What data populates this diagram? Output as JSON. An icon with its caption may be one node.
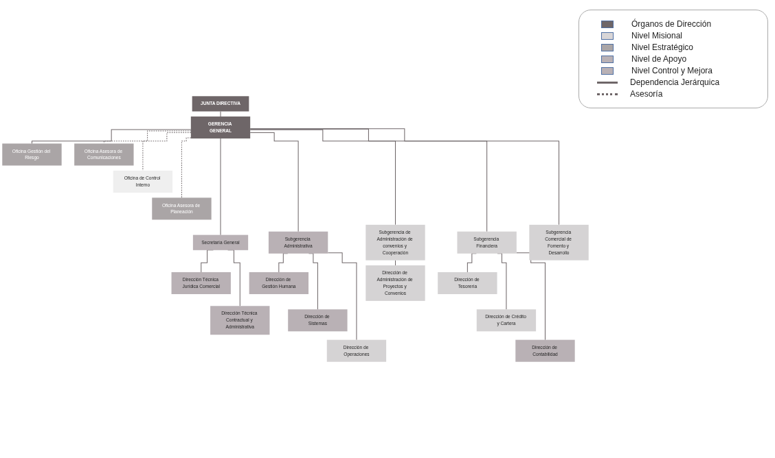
{
  "diagram": {
    "nodes": [
      {
        "text": [
          "JUNTA DIRECTIVA"
        ]
      },
      {
        "text": [
          "GERENCIA GENERAL"
        ]
      },
      {
        "text": [
          "Oficina Gestión del Riesgo"
        ]
      },
      {
        "text": [
          "Oficina Asesora de Comunicaciones"
        ]
      },
      {
        "text": [
          "Oficina de Control Interno"
        ]
      },
      {
        "text": [
          "Oficina Asesora de Planeación"
        ]
      },
      {
        "text": [
          "Secretaría General"
        ]
      },
      {
        "text": [
          "Subgerencia Administrativa"
        ]
      },
      {
        "text": [
          "Subgerencia de Administración de convenios y Cooperación"
        ]
      },
      {
        "text": [
          "Subgerencia Financiera"
        ]
      },
      {
        "text": [
          "Subgerencia Comercial de Fomento y Desarrollo"
        ]
      },
      {
        "text": [
          "Dirección Técnica Jurídica Comercial"
        ]
      },
      {
        "text": [
          "Dirección Técnica Contractual y Administrativa"
        ]
      },
      {
        "text": [
          "Dirección de Gestión Humana"
        ]
      },
      {
        "text": [
          "Dirección de Sistemas"
        ]
      },
      {
        "text": [
          "Dirección de Operaciones"
        ]
      },
      {
        "text": [
          "Dirección de Administración de Proyectos y Convenios"
        ]
      },
      {
        "text": [
          "Dirección de Tesorería"
        ]
      },
      {
        "text": [
          "Dirección de Crédito y Cartera"
        ]
      },
      {
        "text": [
          "Dirección de Contabilidad"
        ]
      }
    ],
    "edges": [
      {
        "from": 0,
        "to": 1,
        "arrow": "none"
      },
      {
        "from": 1,
        "to": 2,
        "arrow": "none"
      },
      {
        "from": 1,
        "to": 3,
        "arrow": "none",
        "style": "dashed"
      },
      {
        "from": 1,
        "to": 4,
        "arrow": "none",
        "style": "dashed"
      },
      {
        "from": 1,
        "to": 5,
        "arrow": "none",
        "style": "dashed"
      },
      {
        "from": 1,
        "to": 6,
        "arrow": "none"
      },
      {
        "from": 1,
        "to": 7,
        "arrow": "none"
      },
      {
        "from": 1,
        "to": 8,
        "arrow": "none"
      },
      {
        "from": 1,
        "to": 9,
        "arrow": "none"
      },
      {
        "from": 1,
        "to": 10,
        "arrow": "none"
      },
      {
        "from": 6,
        "to": 11,
        "arrow": "none"
      },
      {
        "from": 6,
        "to": 12,
        "arrow": "none"
      },
      {
        "from": 7,
        "to": 13,
        "arrow": "none"
      },
      {
        "from": 7,
        "to": 14,
        "arrow": "none"
      },
      {
        "from": 7,
        "to": 15,
        "arrow": "none"
      },
      {
        "from": 8,
        "to": 16,
        "arrow": "none"
      },
      {
        "from": 9,
        "to": 17,
        "arrow": "none"
      },
      {
        "from": 9,
        "to": 18,
        "arrow": "none"
      },
      {
        "from": 9,
        "to": 19,
        "arrow": "none"
      }
    ],
    "legend": [
      {
        "text": "Órganos de Dirección",
        "color": "#6e6668"
      },
      {
        "text": "Nivel Misional",
        "color": "#d9d6d7"
      },
      {
        "text": "Nivel Estratégico",
        "color": "#aaa5a6"
      },
      {
        "text": "Nivel de Apoyo",
        "color": "#b9b1b5"
      },
      {
        "text": "Nivel Control y Mejora",
        "color": "#b9b1b5"
      },
      {
        "text": "Dependencia Jerárquica"
      },
      {
        "text": "Asesoría"
      }
    ]
  }
}
